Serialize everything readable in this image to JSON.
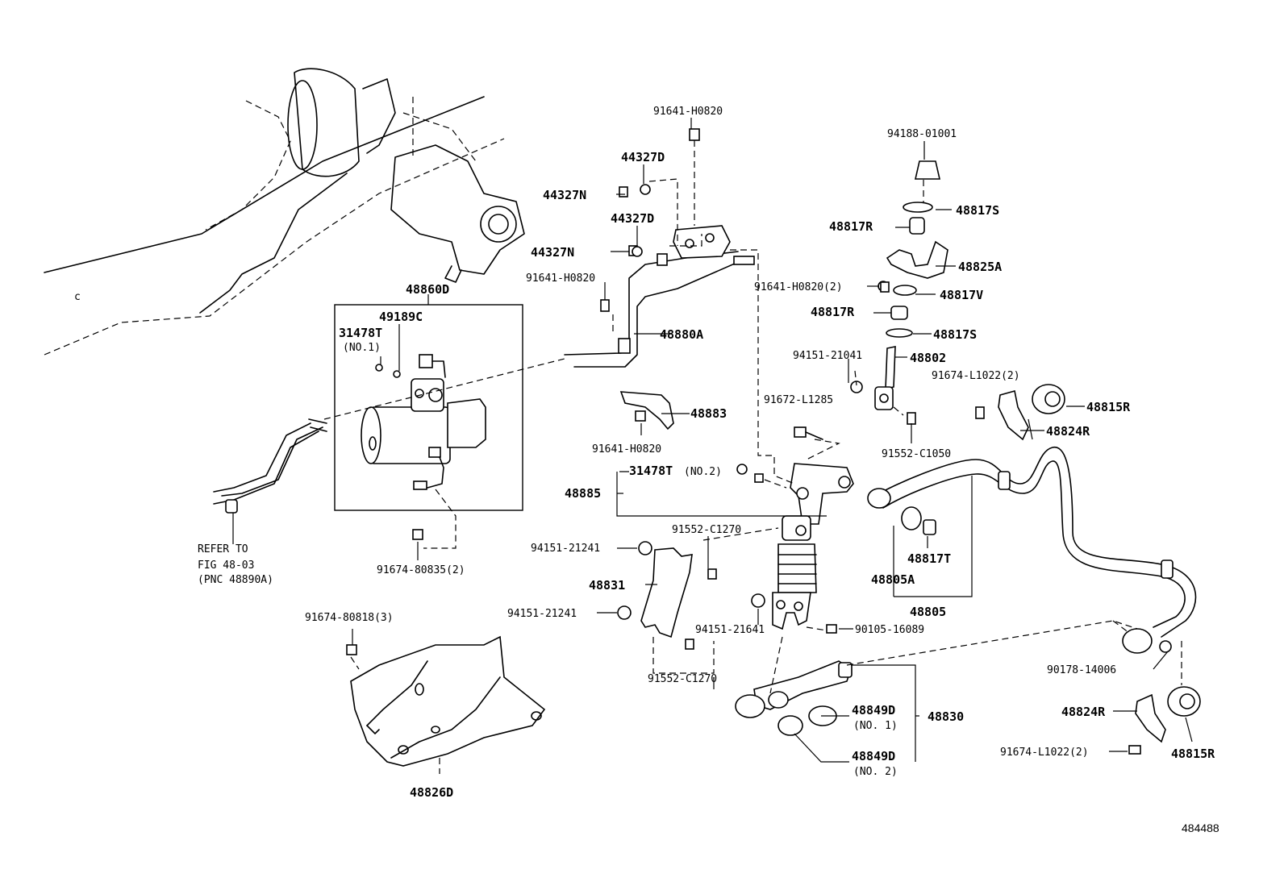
{
  "diagram_id": "484488",
  "labels": {
    "p91641_top": "91641-H0820",
    "p94188": "94188-01001",
    "p44327D_1": "44327D",
    "p44327N_1": "44327N",
    "p44327D_2": "44327D",
    "p44327N_2": "44327N",
    "p48817S_1": "48817S",
    "p48817R_1": "48817R",
    "p48825A": "48825A",
    "p91641_mid": "91641-H0820",
    "p91641_2": "91641-H0820(2)",
    "p48817V": "48817V",
    "p48860D": "48860D",
    "p48817R_2": "48817R",
    "p49189C": "49189C",
    "p48880A": "48880A",
    "p48817S_2": "48817S",
    "p31478T_1": "31478T",
    "p31478T_1_sub": "(NO.1)",
    "p94151_21041": "94151-21041",
    "p48802": "48802",
    "p91674_L1022_1": "91674-L1022(2)",
    "p48815R_1": "48815R",
    "p91672": "91672-L1285",
    "p48883": "48883",
    "p48824R_1": "48824R",
    "p91641_bot": "91641-H0820",
    "p91552_C1050": "91552-C1050",
    "p31478T_2": "31478T",
    "p31478T_2_sub": "(NO.2)",
    "p48885": "48885",
    "p91552_C1270_1": "91552-C1270",
    "p94151_21241_1": "94151-21241",
    "p48817T": "48817T",
    "refer_1": "REFER TO",
    "refer_2": "FIG 48-03",
    "refer_3": "(PNC 48890A)",
    "p91674_80835": "91674-80835(2)",
    "p48831": "48831",
    "p48805A": "48805A",
    "p48805": "48805",
    "p94151_21241_2": "94151-21241",
    "p91674_80818": "91674-80818(3)",
    "p94151_21641": "94151-21641",
    "p90105": "90105-16089",
    "p90178": "90178-14006",
    "p91552_C1270_2": "91552-C1270",
    "p48849D_1": "48849D",
    "p48849D_1_sub": "(NO. 1)",
    "p48830": "48830",
    "p48824R_2": "48824R",
    "p91674_L1022_2": "91674-L1022(2)",
    "p48815R_2": "48815R",
    "p48849D_2": "48849D",
    "p48849D_2_sub": "(NO. 2)",
    "p48826D": "48826D",
    "mark_c": "c"
  }
}
